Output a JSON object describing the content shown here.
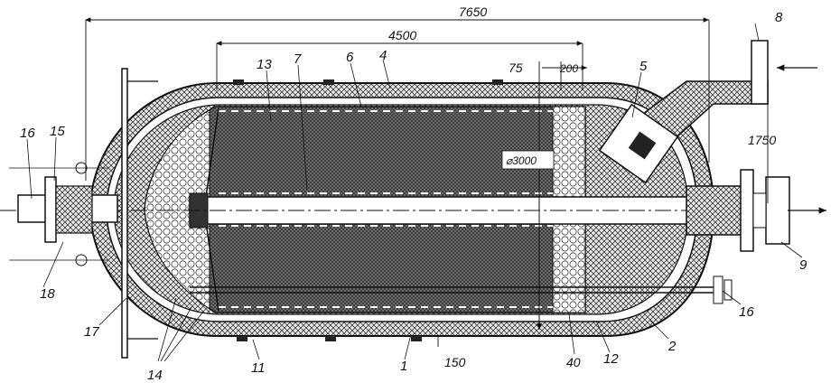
{
  "dimensions": {
    "overall_length": "7650",
    "bed_length": "4500",
    "offset_a": "75",
    "offset_b": "200",
    "diameter": "⌀3000",
    "height": "1750",
    "layer_thickness": "150",
    "gap": "40"
  },
  "callouts": {
    "c1": "1",
    "c2": "2",
    "c4": "4",
    "c5": "5",
    "c6": "6",
    "c7": "7",
    "c8": "8",
    "c9": "9",
    "c11": "11",
    "c12": "12",
    "c13": "13",
    "c14": "14",
    "c15": "15",
    "c16_left": "16",
    "c16_right": "16",
    "c17": "17",
    "c18": "18"
  },
  "colors": {
    "line": "#111111",
    "shell_fill": "#d8d8d8",
    "bed_fill": "#4a4a4a",
    "background": "#ffffff"
  }
}
